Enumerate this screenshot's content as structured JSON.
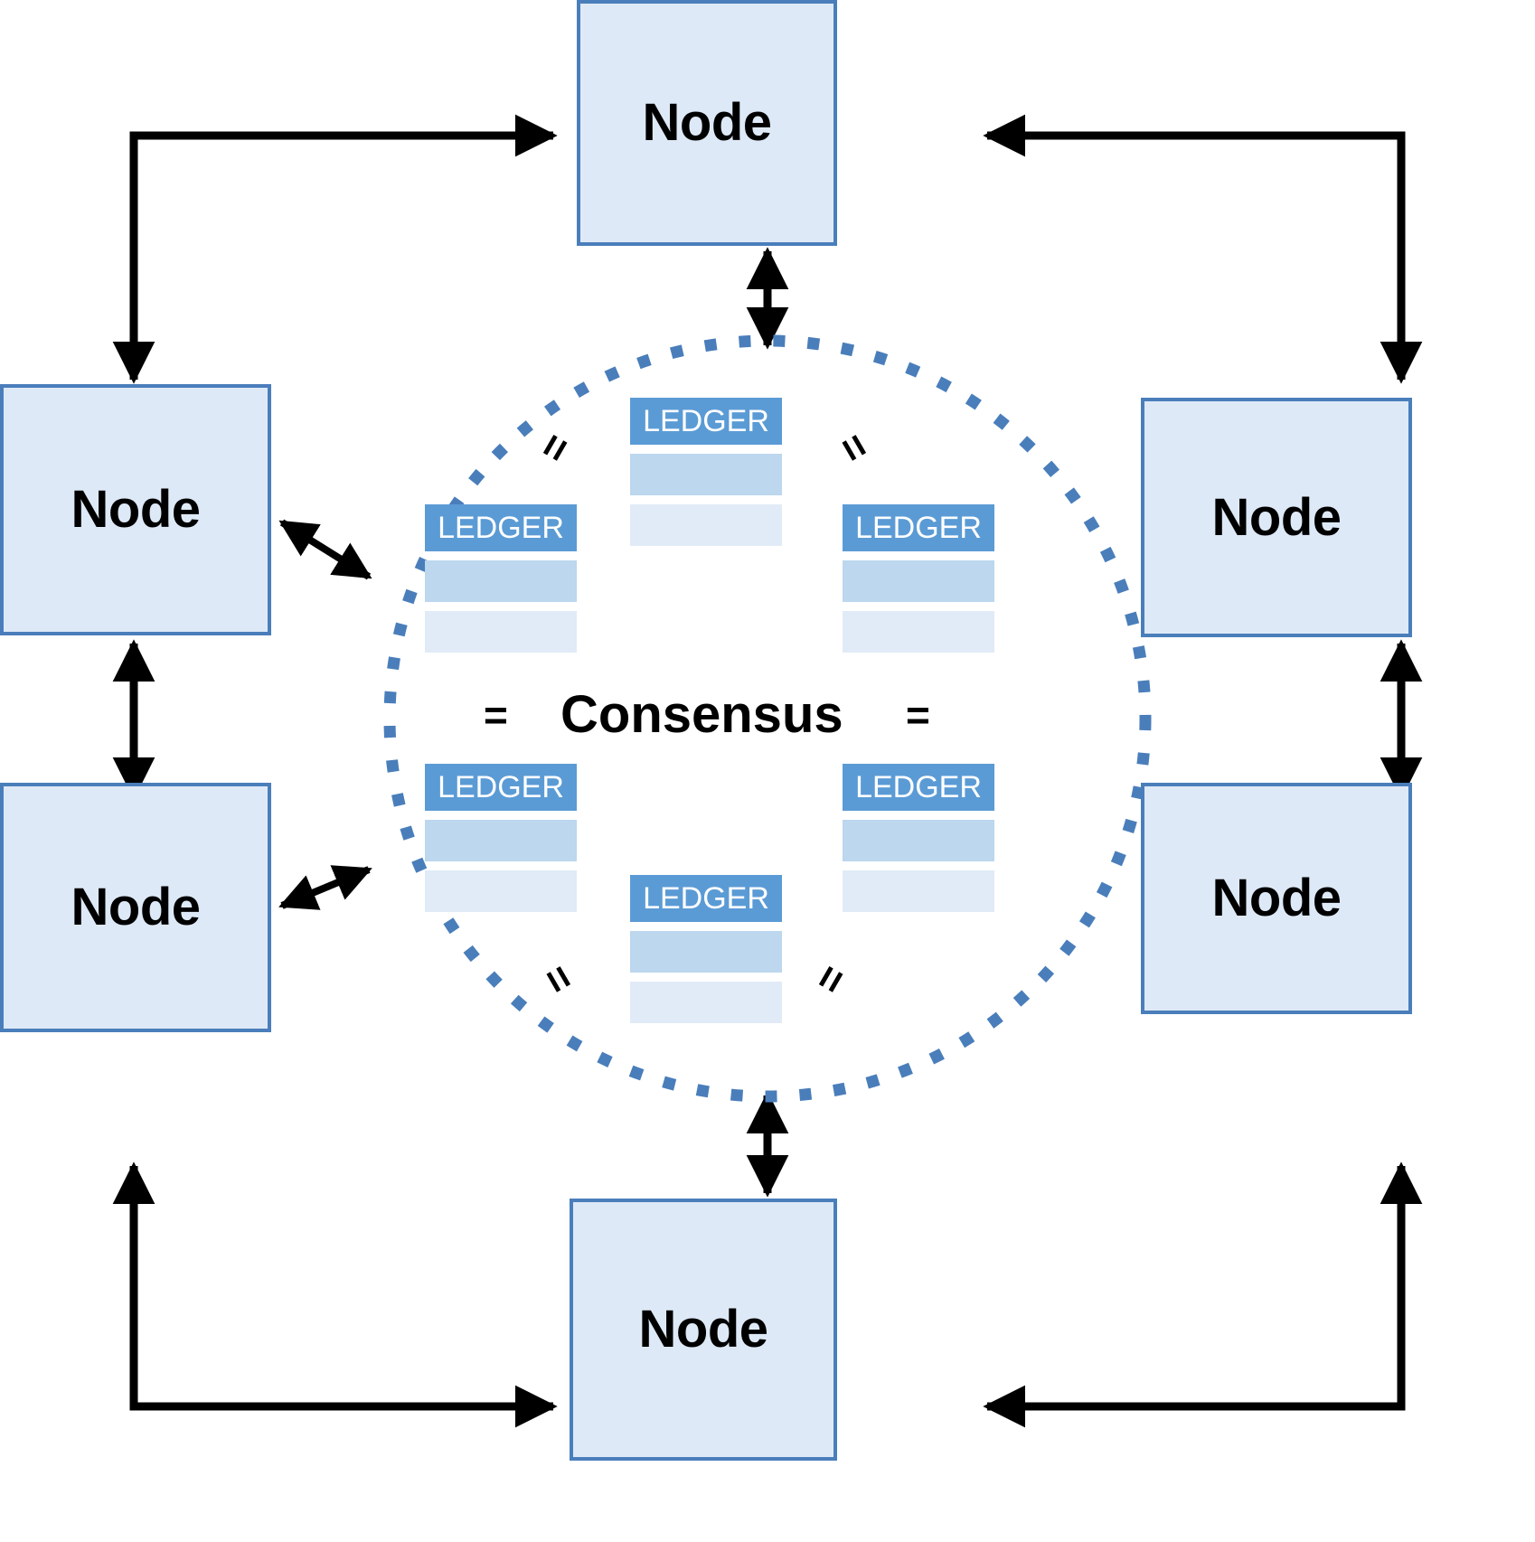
{
  "diagram": {
    "title": "Blockchain distributed consensus network diagram",
    "background_color": "#ffffff",
    "colors": {
      "node_fill": "#dee9f7",
      "node_border": "#4a7ebb",
      "ledger_header_fill": "#5b9bd5",
      "ledger_header_text": "#ffffff",
      "ledger_row_1": "#bcd7ee",
      "ledger_row_2": "#e1ebf7",
      "circle_dots": "#4a7ebb",
      "arrow": "#000000"
    }
  },
  "center": {
    "consensus_label": "Consensus",
    "circle_style": "dotted"
  },
  "nodes": [
    {
      "id": "node-top",
      "label": "Node"
    },
    {
      "id": "node-left-upper",
      "label": "Node"
    },
    {
      "id": "node-left-lower",
      "label": "Node"
    },
    {
      "id": "node-right-upper",
      "label": "Node"
    },
    {
      "id": "node-right-lower",
      "label": "Node"
    },
    {
      "id": "node-bottom",
      "label": "Node"
    }
  ],
  "ledgers": [
    {
      "id": "ledger-top",
      "header": "LEDGER",
      "rows": 2
    },
    {
      "id": "ledger-upper-left",
      "header": "LEDGER",
      "rows": 2
    },
    {
      "id": "ledger-upper-right",
      "header": "LEDGER",
      "rows": 2
    },
    {
      "id": "ledger-lower-left",
      "header": "LEDGER",
      "rows": 2
    },
    {
      "id": "ledger-lower-right",
      "header": "LEDGER",
      "rows": 2
    },
    {
      "id": "ledger-bottom",
      "header": "LEDGER",
      "rows": 2
    }
  ],
  "equals_marks": [
    {
      "id": "equals-top-left",
      "glyph": "="
    },
    {
      "id": "equals-top-right",
      "glyph": "="
    },
    {
      "id": "equals-mid-left",
      "glyph": "="
    },
    {
      "id": "equals-mid-right",
      "glyph": "="
    },
    {
      "id": "equals-bottom-left",
      "glyph": "="
    },
    {
      "id": "equals-bottom-right",
      "glyph": "="
    }
  ]
}
